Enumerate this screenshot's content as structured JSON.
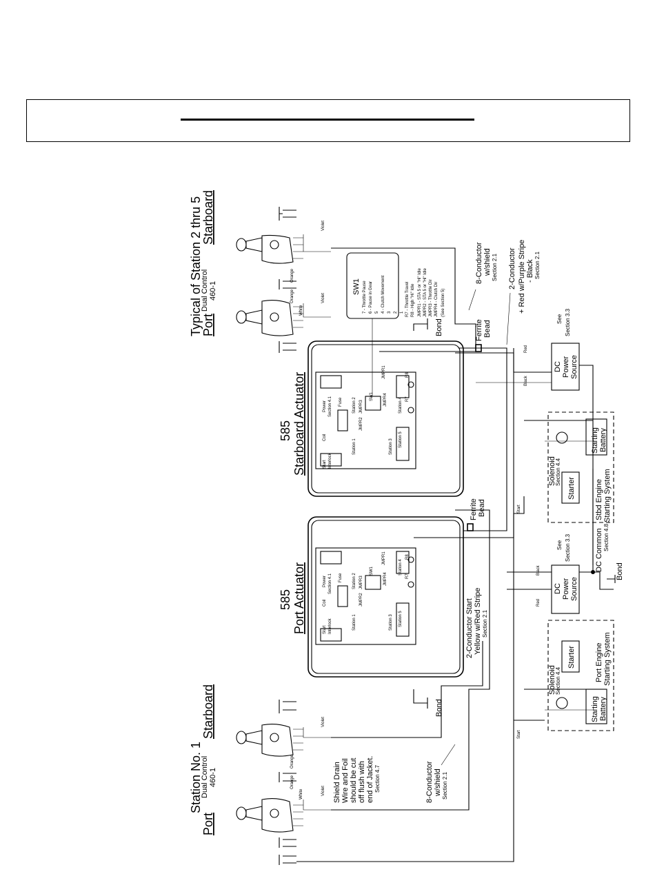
{
  "labels": {
    "typical_station": "Typical of Station 2 thru 5",
    "port": "Port",
    "starboard": "Starboard",
    "dual_control": "Dual Control",
    "model_460": "460-1",
    "station_no_1": "Station No. 1",
    "actuator_number": "585",
    "starboard_actuator": "Starboard Actuator",
    "port_actuator": "Port Actuator",
    "violet": "Violet",
    "orange": "Orange",
    "white": "White",
    "bond": "Bond",
    "ferrite": "Ferrite",
    "bead": "Bead",
    "eight_conductor": "8-Conductor",
    "w_shield": "w/shield",
    "section_2_1": "Section 2.1",
    "two_conductor": "2-Conductor",
    "red_purple_stripe": "+ Red w/Purple Stripe",
    "minus_black": "- Black",
    "two_conductor_start": "2-Conductor Start",
    "yellow_red_stripe": "Yellow w/Red Stripe",
    "see": "See",
    "section_3_3": "Section 3.3",
    "red": "Red",
    "black": "Black",
    "start": "Start",
    "dc": "DC",
    "power": "Power",
    "source": "Source",
    "starting": "Starting",
    "battery": "Battery",
    "solenoid": "Solenoid",
    "section_4_4": "Section 4.4",
    "starter": "Starter",
    "stbd_engine": "Stbd Engine",
    "port_engine": "Port Engine",
    "starting_system": "Starting System",
    "dc_common": "DC Common",
    "section_4_8": "Section 4.8",
    "shield_note": [
      "Shield Drain",
      "Wire and Foil",
      "should be cut",
      "off flush with",
      "end of Jacket."
    ],
    "section_4_7": "Section 4.7",
    "sw1": "SW1",
    "sw1_rows": [
      "7 - Throttle Pause",
      "6 - Pause in Gear",
      "5",
      "4 - Clutch Movement",
      "3",
      "2",
      "1"
    ],
    "notes": [
      "R7 - Throttle Travel",
      "R8 - High \"Hi\" Idle",
      "JMPR1 - STA 5 or \"Hi\" Idle",
      "JMPR2 - STA 5 or \"Hi\" Idle",
      "JMPR3 - Throttle Dir",
      "JMPR4 - Clutch Dir",
      "(See Section 5)"
    ],
    "board": {
      "power": "Power",
      "section_4_1": "Section 4.1",
      "fuse": "Fuse",
      "coil": "Coil",
      "start": "Start",
      "interlock": "Interlock",
      "station_1": "Station 1",
      "station_2": "Station 2",
      "station_3": "Station 3",
      "station_4": "Station 4",
      "station_5": "Station 5",
      "jmpr1": "JMPR1",
      "jmpr2": "JMPR2",
      "jmpr3": "JMPR3",
      "jmpr4": "JMPR4",
      "sw1": "SW1",
      "r7": "R7",
      "r8": "R8"
    }
  }
}
